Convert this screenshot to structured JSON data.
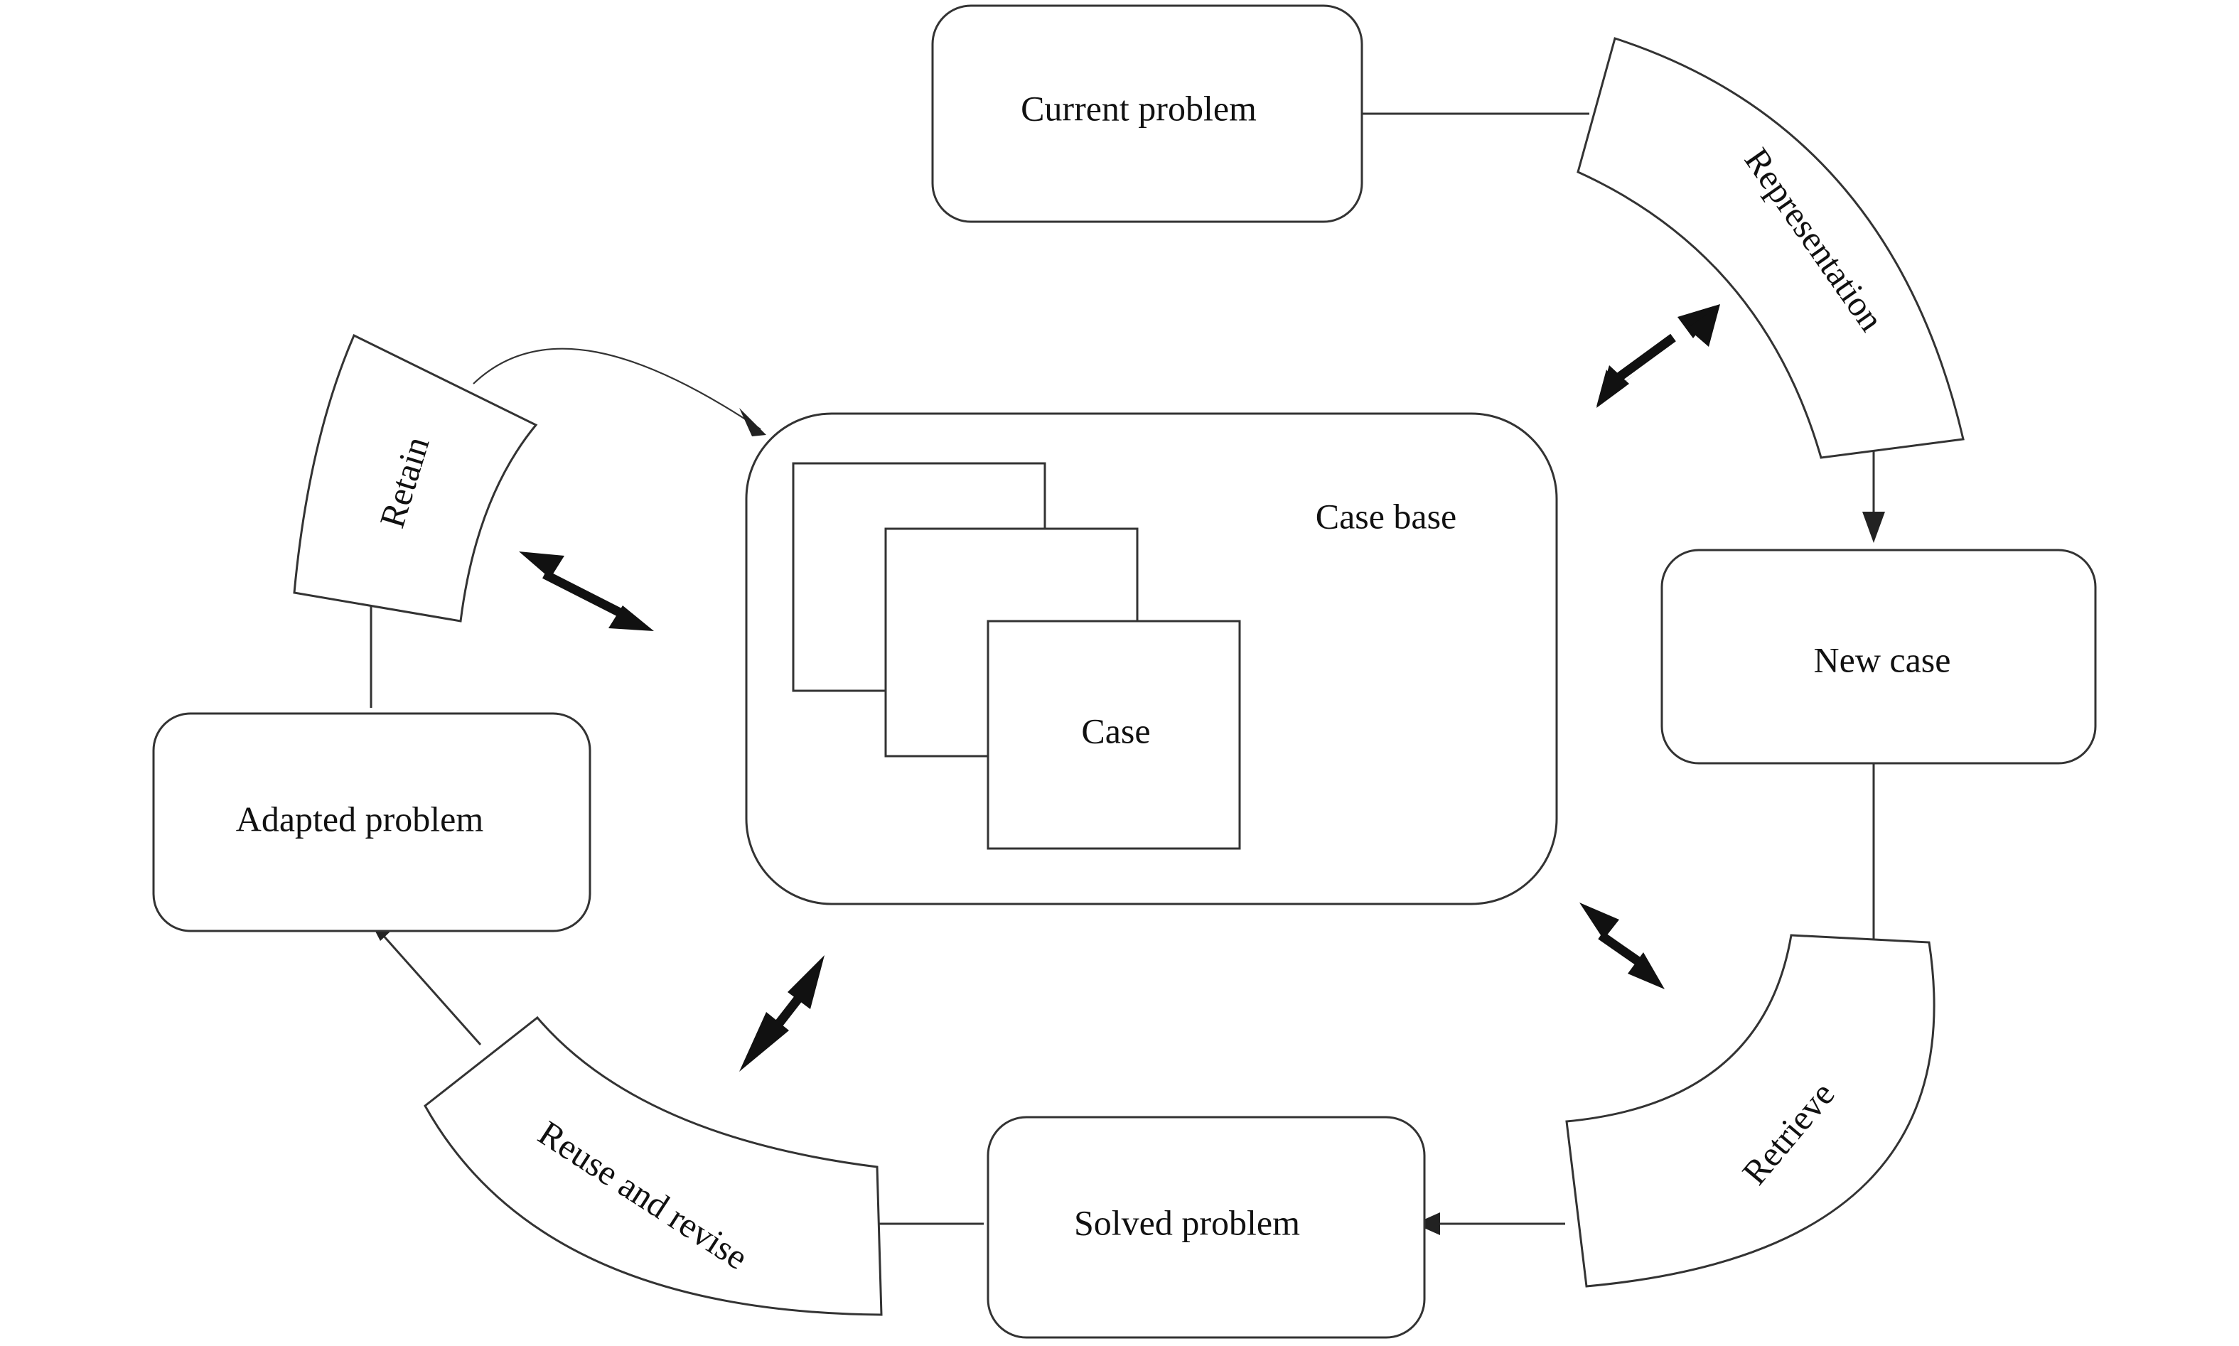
{
  "nodes": {
    "current_problem": "Current problem",
    "new_case": "New case",
    "solved_problem": "Solved problem",
    "adapted_problem": "Adapted problem",
    "case_base": "Case base",
    "case": "Case"
  },
  "steps": {
    "representation": "Representation",
    "retrieve": "Retrieve",
    "reuse_and_revise": "Reuse and revise",
    "retain": "Retain"
  },
  "colors": {
    "stroke": "#333333",
    "text": "#111111",
    "fill": "#ffffff"
  }
}
